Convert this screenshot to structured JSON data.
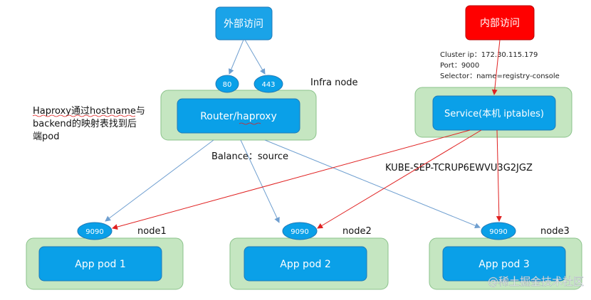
{
  "external_access": {
    "label": "外部访问",
    "color": "#1aa3e8"
  },
  "internal_access": {
    "label": "内部访问",
    "color": "#ff0000"
  },
  "router": {
    "label": "Router/haproxy",
    "ports": [
      "80",
      "443"
    ],
    "infra_label": "Infra node",
    "balance_label": "Balance：source"
  },
  "haproxy_note": {
    "lines": [
      "Haproxy通过hostname与",
      "backend的映射表找到后",
      "端pod"
    ]
  },
  "service": {
    "label": "Service(本机 iptables)",
    "info_lines": [
      "Cluster ip：172.30.115.179",
      "Port：9000",
      "Selector：name=registry-console"
    ],
    "sep_label": "KUBE-SEP-TCRUP6EWVU3G2JGZ"
  },
  "nodes": [
    {
      "pod": "App pod 1",
      "port": "9090",
      "name": "node1"
    },
    {
      "pod": "App pod 2",
      "port": "9090",
      "name": "node2"
    },
    {
      "pod": "App pod 3",
      "port": "9090",
      "name": "node3"
    }
  ],
  "watermark": "@稀土掘金技术社区",
  "colors": {
    "box_blue": "#0aa0e8",
    "box_border": "#1f7ab8",
    "node_green": "#c5e6c1",
    "node_green_border": "#8ac28a",
    "arrow_blue": "#6f9fd0",
    "arrow_red": "#e02020"
  }
}
